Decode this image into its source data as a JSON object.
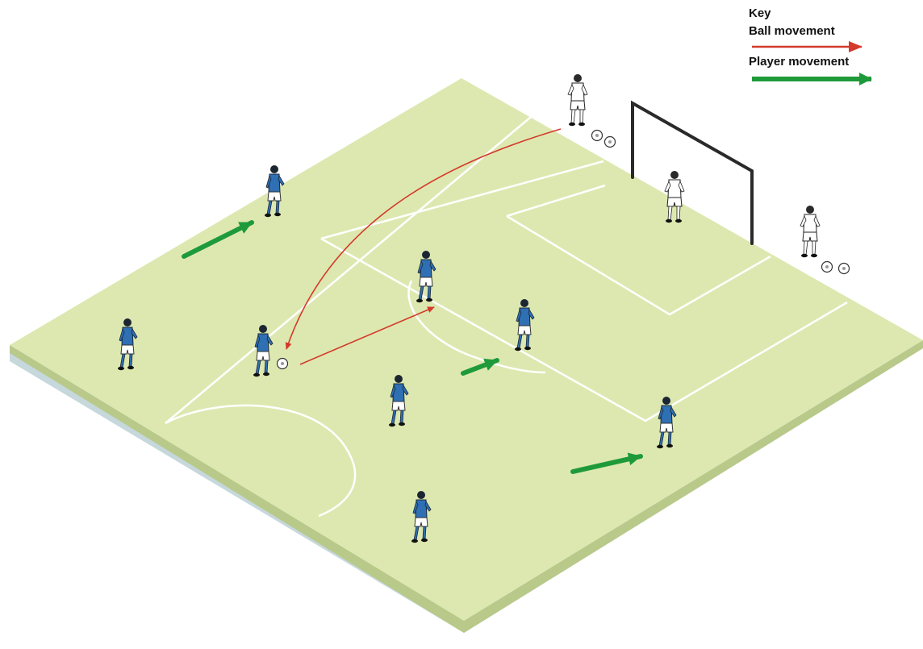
{
  "colors": {
    "pitch": "#dde8b0",
    "pitch_edge": "#b8c98a",
    "pitch_base": "#c6d8dc",
    "lines": "#ffffff",
    "ball_movement": "#d33a2c",
    "player_movement": "#1f9a3a",
    "team_shirt": "#2f6fb3",
    "team_shorts": "#ffffff",
    "goalkeeper_kit": "#ffffff",
    "outline": "#222222"
  },
  "key": {
    "title": "Key",
    "ball_movement_label": "Ball movement",
    "player_movement_label": "Player movement"
  },
  "icons": {
    "player": "player-figure-icon",
    "ball": "football-icon",
    "goal": "goal-frame-icon"
  }
}
